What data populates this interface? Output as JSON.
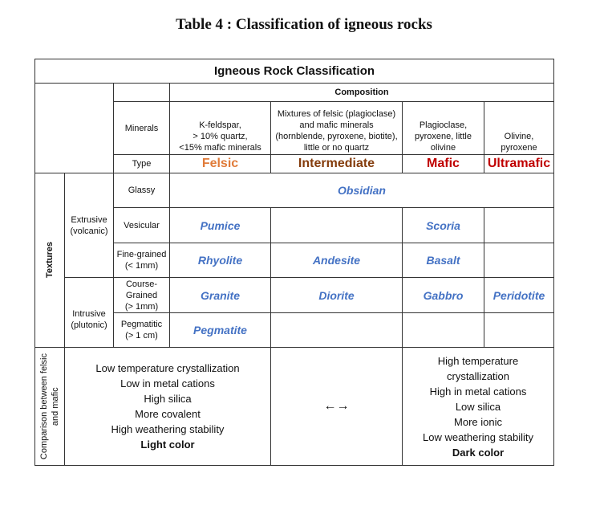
{
  "caption": "Table 4 : Classification of igneous rocks",
  "table": {
    "title": "Igneous Rock Classification",
    "composition_header": "Composition",
    "row_labels": {
      "minerals": "Minerals",
      "type": "Type"
    },
    "columns": [
      {
        "type": "Felsic",
        "color": "#e07b39",
        "minerals": [
          "K-feldspar,",
          "> 10% quartz,",
          "<15% mafic minerals"
        ]
      },
      {
        "type": "Intermediate",
        "color": "#843c0c",
        "minerals": [
          "Mixtures of felsic (plagioclase)",
          "and mafic minerals",
          "(hornblende, pyroxene, biotite),",
          "little or no quartz"
        ]
      },
      {
        "type": "Mafic",
        "color": "#c00000",
        "minerals": [
          "Plagioclase,",
          "pyroxene, little",
          "olivine"
        ]
      },
      {
        "type": "Ultramafic",
        "color": "#c00000",
        "minerals": [
          "Olivine,",
          "pyroxene"
        ]
      }
    ],
    "textures_label": "Textures",
    "groups": [
      {
        "label_line1": "Extrusive",
        "label_line2": "(volcanic)"
      },
      {
        "label_line1": "Intrusive",
        "label_line2": "(plutonic)"
      }
    ],
    "texture_rows": [
      {
        "label": [
          "Glassy"
        ],
        "cells": [
          "Obsidian"
        ]
      },
      {
        "label": [
          "Vesicular"
        ],
        "cells": [
          "Pumice",
          "",
          "Scoria",
          ""
        ]
      },
      {
        "label": [
          "Fine-grained",
          "(< 1mm)"
        ],
        "cells": [
          "Rhyolite",
          "Andesite",
          "Basalt",
          ""
        ]
      },
      {
        "label": [
          "Course-",
          "Grained",
          "(> 1mm)"
        ],
        "cells": [
          "Granite",
          "Diorite",
          "Gabbro",
          "Peridotite"
        ]
      },
      {
        "label": [
          "Pegmatitic",
          "(> 1 cm)"
        ],
        "cells": [
          "Pegmatite",
          "",
          "",
          ""
        ]
      }
    ],
    "rock_color": "#4472c4",
    "comparison": {
      "label_line1": "Comparison between felsic",
      "label_line2": "and mafic",
      "felsic": [
        "Low temperature crystallization",
        "Low in metal cations",
        "High silica",
        "More covalent",
        "High weathering stability"
      ],
      "felsic_bold": "Light color",
      "arrow": "←→",
      "mafic": [
        "High temperature",
        "crystallization",
        "High in metal cations",
        "Low silica",
        "More ionic",
        "Low weathering stability"
      ],
      "mafic_bold": "Dark color"
    }
  }
}
